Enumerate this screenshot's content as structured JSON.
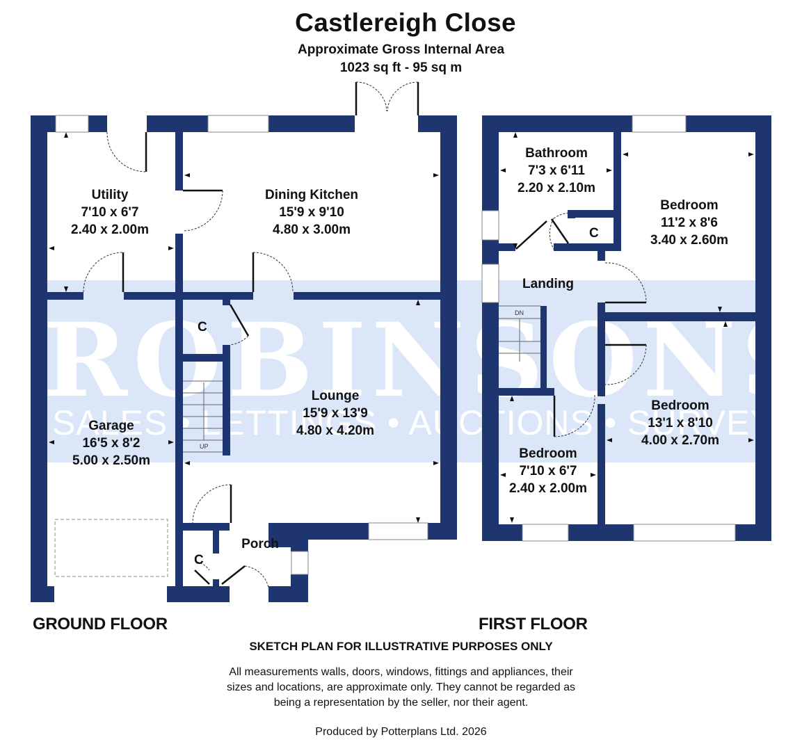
{
  "header": {
    "title": "Castlereigh Close",
    "subtitle": "Approximate Gross Internal Area",
    "area": "1023 sq ft - 95 sq m"
  },
  "watermark": {
    "brand": "ROBINSONS",
    "tagline": "SALES • LETTINGS • AUCTIONS • SURVEYS",
    "band_color": "#dbe6f8"
  },
  "colors": {
    "wall": "#1e3570",
    "background": "#ffffff",
    "text": "#111111"
  },
  "ground_floor": {
    "label": "GROUND FLOOR",
    "rooms": [
      {
        "name": "Utility",
        "imperial": "7'10 x 6'7",
        "metric": "2.40 x 2.00m"
      },
      {
        "name": "Dining Kitchen",
        "imperial": "15'9 x 9'10",
        "metric": "4.80 x 3.00m"
      },
      {
        "name": "Lounge",
        "imperial": "15'9 x 13'9",
        "metric": "4.80 x 4.20m"
      },
      {
        "name": "Garage",
        "imperial": "16'5 x 8'2",
        "metric": "5.00 x 2.50m"
      },
      {
        "name": "Porch"
      }
    ],
    "cupboards": [
      "C",
      "C"
    ],
    "stairs_label": "UP"
  },
  "first_floor": {
    "label": "FIRST FLOOR",
    "rooms": [
      {
        "name": "Bathroom",
        "imperial": "7'3 x 6'11",
        "metric": "2.20 x 2.10m"
      },
      {
        "name": "Bedroom",
        "imperial": "11'2 x 8'6",
        "metric": "3.40 x 2.60m"
      },
      {
        "name": "Landing"
      },
      {
        "name": "Bedroom",
        "imperial": "13'1 x 8'10",
        "metric": "4.00 x 2.70m"
      },
      {
        "name": "Bedroom",
        "imperial": "7'10 x 6'7",
        "metric": "2.40 x 2.00m"
      }
    ],
    "cupboards": [
      "C"
    ],
    "stairs_label": "DN"
  },
  "footer": {
    "sketch_note": "SKETCH PLAN FOR ILLUSTRATIVE PURPOSES ONLY",
    "disclaimer_lines": [
      "All measurements walls, doors, windows, fittings and appliances, their",
      "sizes and locations, are approximate only. They cannot be regarded as",
      "being a representation by the seller, nor their agent."
    ],
    "producer": "Produced by Potterplans Ltd. 2026"
  }
}
